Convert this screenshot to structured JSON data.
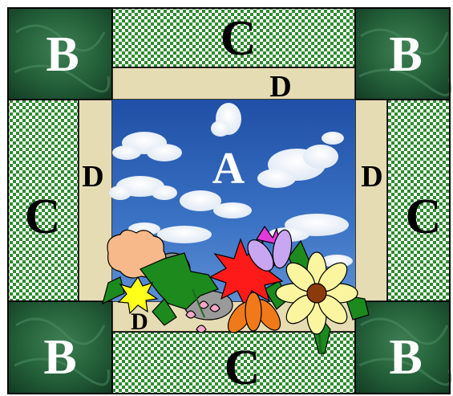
{
  "labels": {
    "center": "A",
    "corner_top_left": "B",
    "corner_top_right": "B",
    "corner_bottom_left": "B",
    "corner_bottom_right": "B",
    "border_top": "C",
    "border_left": "C",
    "border_right": "C",
    "border_bottom": "C",
    "sash_top": "D",
    "sash_left": "D",
    "sash_right": "D",
    "sash_bottom": "D"
  },
  "colors": {
    "checker_green": "#2e8b2e",
    "checker_white": "#ffffff",
    "corner_dark_green": "#1f5a32",
    "sash_tan": "#e6dcb4",
    "sky_blue": "#2f63b4",
    "outline": "#000000"
  },
  "fabrics": {
    "corner_blocks": "dark-green-marble",
    "border_strips": "green-checkerboard",
    "sashing": "tan-solid",
    "center": "sky-with-clouds-and-flowers"
  }
}
